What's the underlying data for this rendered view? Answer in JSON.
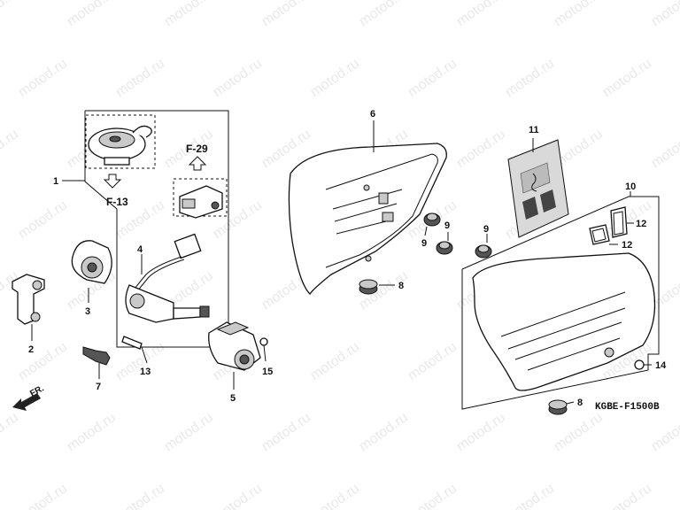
{
  "watermark": "motod.ru",
  "diagram_code": "KGBE-F1500B",
  "direction_label": "FR.",
  "refs": {
    "up": "F-29",
    "down": "F-13"
  },
  "callouts": [
    "1",
    "2",
    "3",
    "4",
    "5",
    "6",
    "7",
    "8",
    "8",
    "9",
    "9",
    "9",
    "10",
    "11",
    "12",
    "12",
    "13",
    "14",
    "15"
  ]
}
